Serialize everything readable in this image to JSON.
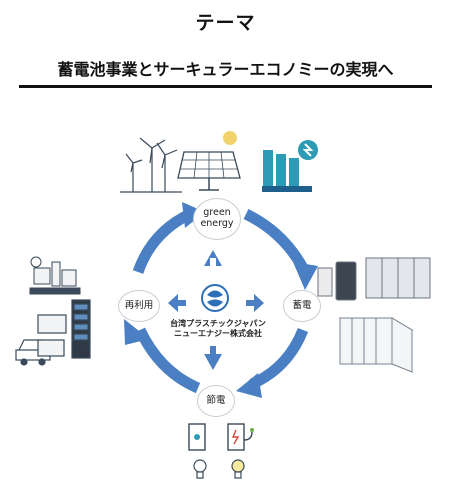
{
  "header": {
    "title": "テーマ",
    "subtitle": "蓄電池事業とサーキュラーエコノミーの実現へ"
  },
  "cycle": {
    "nodes": {
      "top_line1": "green",
      "top_line2": "energy",
      "right": "蓄電",
      "bottom": "節電",
      "left": "再利用"
    },
    "center": {
      "company_line1": "台湾プラスチックジャパン",
      "company_line2": "ニューエナジー株式会社"
    }
  },
  "colors": {
    "arrow": "#4a7fc4",
    "icon_dark": "#3a4a5a",
    "icon_teal": "#2d9bb5",
    "sun": "#f2d36b",
    "ring_fill": "#ffffff"
  },
  "icons": [
    "wind-turbine-icon",
    "solar-panel-icon",
    "battery-storage-icon",
    "battery-cabinet-icon",
    "container-storage-icon",
    "charging-station-icon",
    "light-bulb-icon",
    "recycling-plant-icon",
    "car-battery-icon",
    "company-logo-icon"
  ]
}
